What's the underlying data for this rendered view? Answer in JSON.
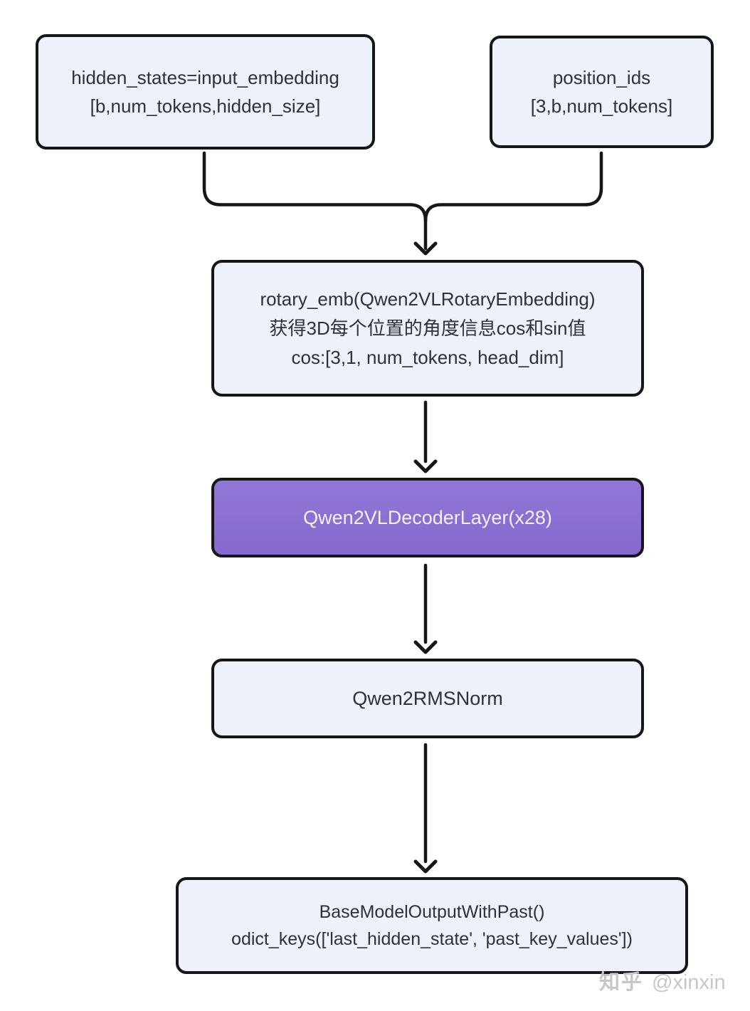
{
  "nodes": {
    "hidden_states": {
      "lines": [
        "hidden_states=input_embedding",
        "[b,num_tokens,hidden_size]"
      ]
    },
    "position_ids": {
      "lines": [
        "position_ids",
        "[3,b,num_tokens]"
      ]
    },
    "rotary_emb": {
      "lines": [
        "rotary_emb(Qwen2VLRotaryEmbedding)",
        "获得3D每个位置的角度信息cos和sin值",
        "cos:[3,1, num_tokens, head_dim]"
      ]
    },
    "decoder_layer": {
      "label": "Qwen2VLDecoderLayer(x28)"
    },
    "rms_norm": {
      "label": "Qwen2RMSNorm"
    },
    "output": {
      "lines": [
        "BaseModelOutputWithPast()",
        "odict_keys(['last_hidden_state', 'past_key_values'])"
      ]
    }
  },
  "watermark": {
    "brand": "知乎",
    "handle": "@xinxin"
  },
  "colors": {
    "node_fill": "#edf1fa",
    "node_border": "#161616",
    "arrow": "#161616",
    "accent_purple": "#8b70d3",
    "text_dark": "#2c313a",
    "text_light": "#f3f0fa",
    "watermark_gray": "#c7c7c7",
    "background": "#ffffff"
  }
}
